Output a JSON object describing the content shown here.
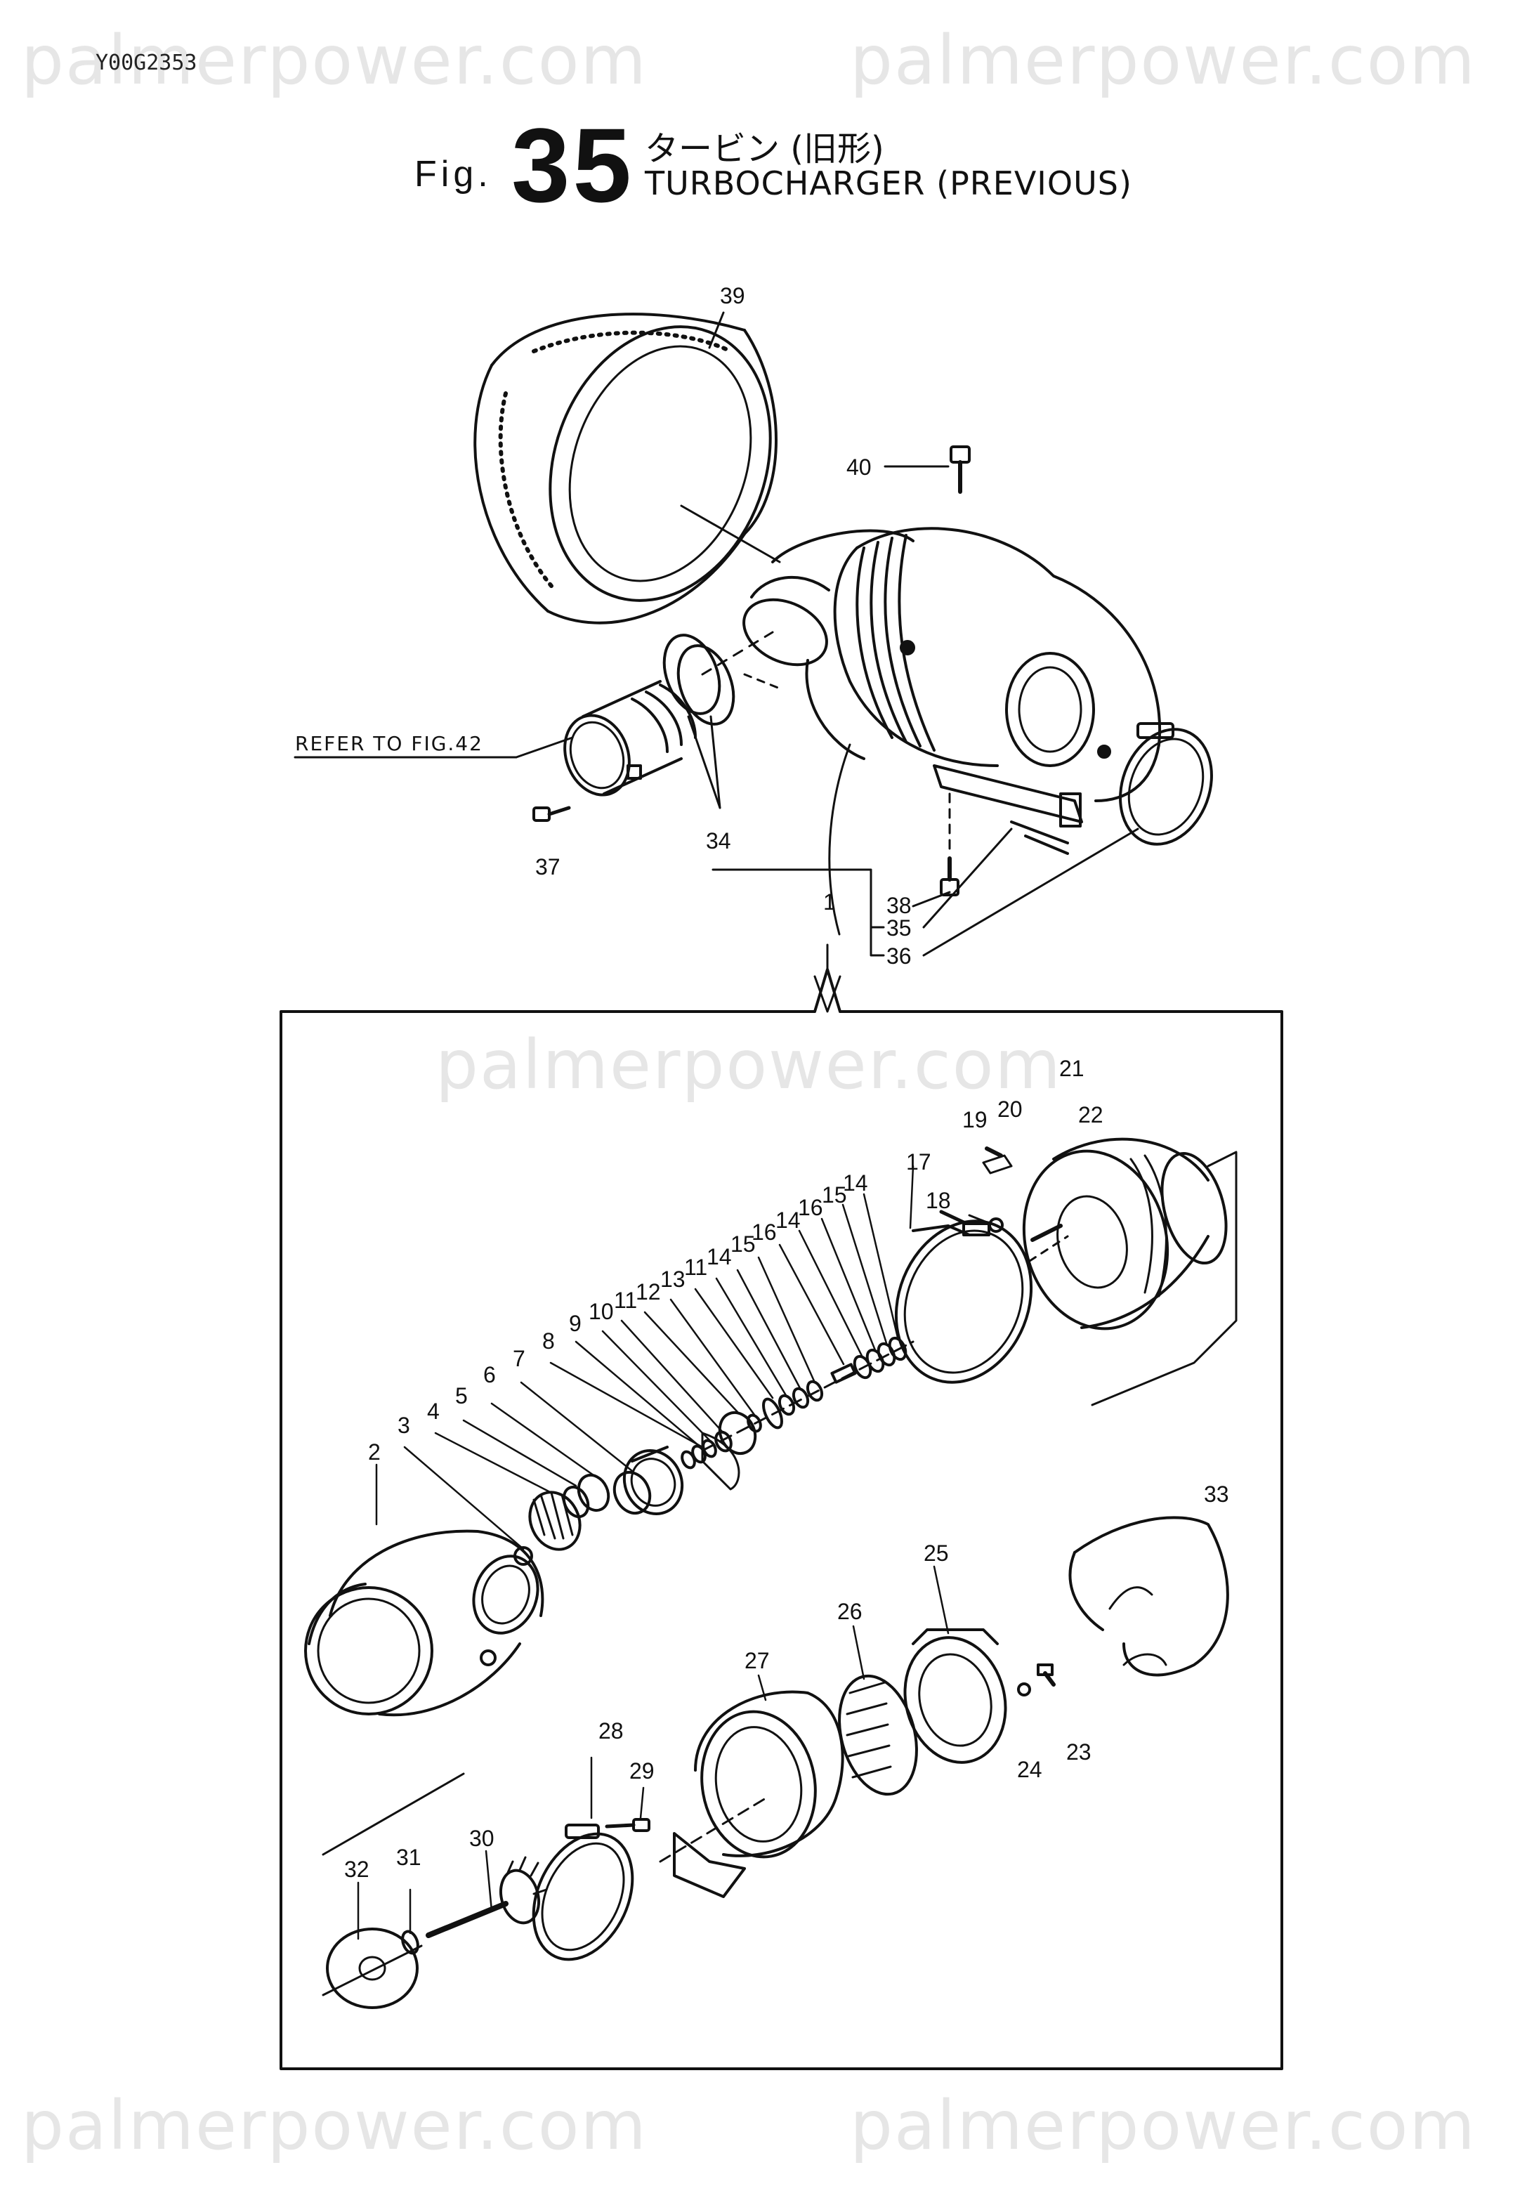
{
  "doc_id": "Y00G2353",
  "watermark": "palmerpower.com",
  "figure": {
    "prefix": "Fig.",
    "number": "35",
    "title_jp": "タービン (旧形)",
    "title_en": "TURBOCHARGER (PREVIOUS)"
  },
  "refer_note": "REFER TO FIG.42",
  "callouts": [
    "1",
    "2",
    "3",
    "4",
    "5",
    "6",
    "7",
    "8",
    "9",
    "10",
    "11",
    "12",
    "13",
    "11",
    "14",
    "15",
    "16",
    "14",
    "16",
    "15",
    "14",
    "17",
    "18",
    "19",
    "20",
    "21",
    "22",
    "23",
    "24",
    "25",
    "26",
    "27",
    "28",
    "29",
    "30",
    "31",
    "32",
    "33",
    "34",
    "35",
    "36",
    "37",
    "38",
    "39",
    "40"
  ]
}
